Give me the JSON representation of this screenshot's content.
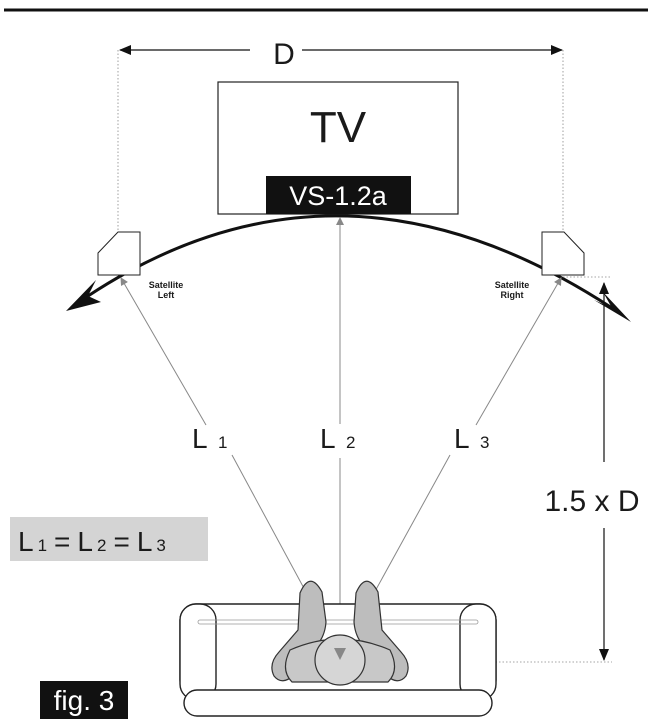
{
  "dimension_label": "D",
  "tv_label": "TV",
  "soundbar_label": "VS-1.2a",
  "satellite_left": {
    "line1": "Satellite",
    "line2": "Left"
  },
  "satellite_right": {
    "line1": "Satellite",
    "line2": "Right"
  },
  "distances": {
    "l1": {
      "letter": "L",
      "sub": "1"
    },
    "l2": {
      "letter": "L",
      "sub": "2"
    },
    "l3": {
      "letter": "L",
      "sub": "3"
    }
  },
  "equation": {
    "l": "L",
    "s1": "1",
    "s2": "2",
    "s3": "3",
    "eq": "="
  },
  "distance_label": "1.5 x D",
  "figure_label": "fig. 3"
}
